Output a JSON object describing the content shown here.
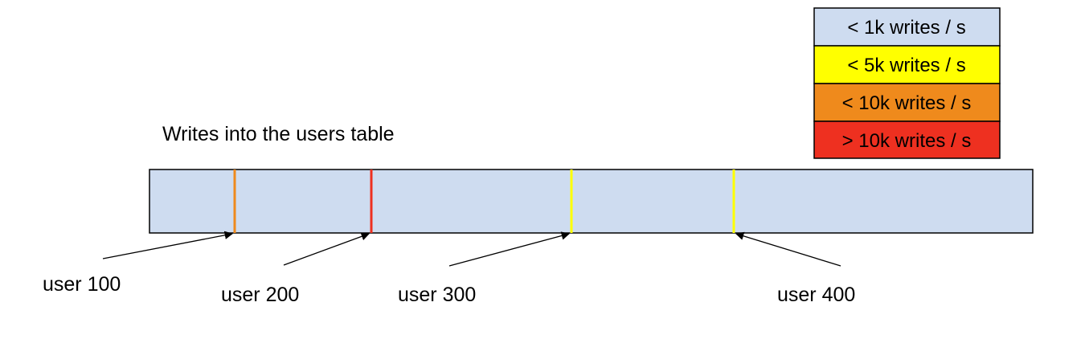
{
  "title": "Writes into the users table",
  "colors": {
    "bar_fill": "#cedcf0",
    "outline": "#000000",
    "light": "#cedcf0",
    "yellow": "#ffff00",
    "orange": "#ef8a1c",
    "red": "#ee3020"
  },
  "legend": [
    {
      "label": "< 1k writes / s",
      "color": "#cedcf0"
    },
    {
      "label": "< 5k writes / s",
      "color": "#ffff00"
    },
    {
      "label": "< 10k writes / s",
      "color": "#ef8a1c"
    },
    {
      "label": "> 10k writes / s",
      "color": "#ee3020"
    }
  ],
  "markers": [
    {
      "label": "user 100",
      "color": "#ef8a1c"
    },
    {
      "label": "user 200",
      "color": "#ee3020"
    },
    {
      "label": "user 300",
      "color": "#ffff00"
    },
    {
      "label": "user 400",
      "color": "#ffff00"
    }
  ]
}
